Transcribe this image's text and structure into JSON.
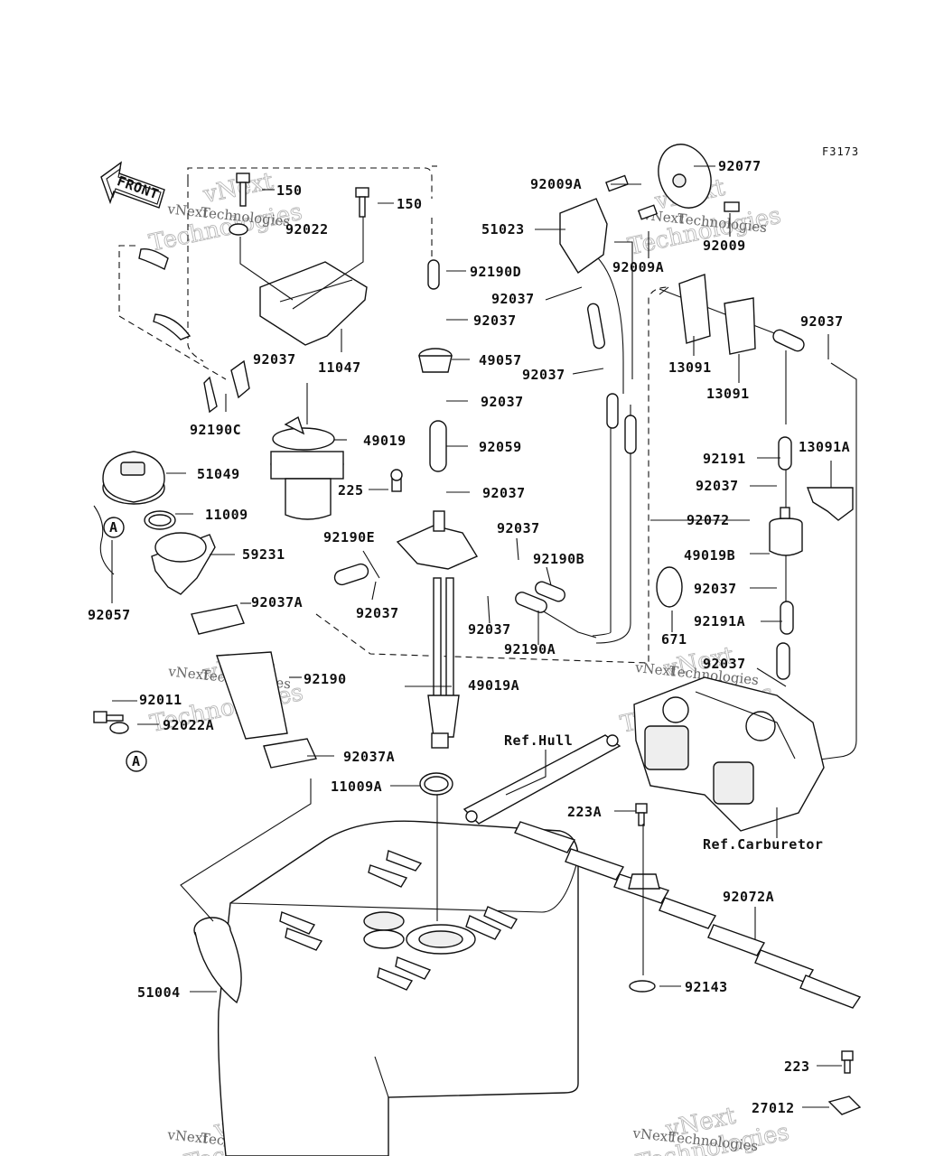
{
  "figure_code": "F3173",
  "front_label": "FRONT",
  "circle_label": "A",
  "watermark_line1": "vNext",
  "watermark_line2": "Technologies",
  "labels": {
    "p92077": "92077",
    "p92009A_top": "92009A",
    "p51023": "51023",
    "p92009": "92009",
    "p92009A_bot": "92009A",
    "p150_a": "150",
    "p150_b": "150",
    "p92022": "92022",
    "p92190D": "92190D",
    "p92037_a": "92037",
    "p92037_b": "92037",
    "p49057": "49057",
    "p92037_c": "92037",
    "p92037_d": "92037",
    "p13091_a": "13091",
    "p13091_b": "13091",
    "p92037_e": "92037",
    "p92037_f": "92037",
    "p11047": "11047",
    "p92190C": "92190C",
    "p49019": "49019",
    "p92059": "92059",
    "p92191": "92191",
    "p13091A": "13091A",
    "p51049": "51049",
    "p225": "225",
    "p92037_g": "92037",
    "p92037_h": "92037",
    "p11009": "11009",
    "p92072": "92072",
    "p92190E": "92190E",
    "p92037_i": "92037",
    "p49019B": "49019B",
    "p59231": "59231",
    "p92190B": "92190B",
    "p92037_j": "92037",
    "p92037_k": "92037",
    "p92037A": "92037A",
    "p671": "671",
    "p92057": "92057",
    "p92037_l": "92037",
    "p92190A": "92190A",
    "p92191A": "92191A",
    "p92190": "92190",
    "p92037_m": "92037",
    "p49019A": "49019A",
    "p92011": "92011",
    "p92022A": "92022A",
    "ref_hull": "Ref.Hull",
    "p92037A_b": "92037A",
    "p11009A": "11009A",
    "p223A": "223A",
    "ref_carb": "Ref.Carburetor",
    "p92072A": "92072A",
    "p51004": "51004",
    "p92143": "92143",
    "p223": "223",
    "p27012": "27012"
  }
}
